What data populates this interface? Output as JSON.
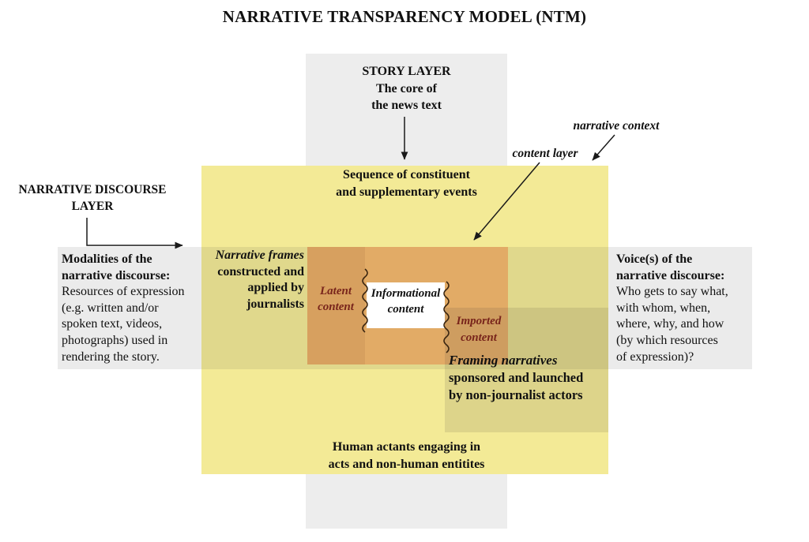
{
  "title": "NARRATIVE TRANSPARENCY MODEL (NTM)",
  "story_layer": {
    "heading": "STORY LAYER",
    "sub1": "The core of",
    "sub2": "the news text"
  },
  "sequence": {
    "line1": "Sequence of constituent",
    "line2": "and supplementary events"
  },
  "pointer_labels": {
    "narrative_context": "narrative context",
    "content_layer": "content layer"
  },
  "discourse_layer": {
    "line1": "NARRATIVE DISCOURSE",
    "line2": "LAYER"
  },
  "modalities": {
    "bold1": "Modalities of the",
    "bold2": "narrative discourse:",
    "lines": [
      "Resources of expression",
      "(e.g. written and/or",
      "spoken text, videos,",
      "photographs) used in",
      "rendering the story."
    ]
  },
  "voices": {
    "bold1": "Voice(s) of the",
    "bold2": "narrative discourse:",
    "lines": [
      "Who gets to say what,",
      "with whom, when,",
      "where, why, and how",
      "(by which resources",
      "of expression)?"
    ]
  },
  "narrative_frames": {
    "line1": "Narrative frames",
    "line2": "constructed and",
    "line3": "applied by",
    "line4": "journalists"
  },
  "latent_content": {
    "line1": "Latent",
    "line2": "content"
  },
  "informational_content": {
    "line1": "Informational",
    "line2": "content"
  },
  "imported_content": {
    "line1": "Imported",
    "line2": "content"
  },
  "framing_narratives": {
    "line1": "Framing narratives",
    "line2": "sponsored and launched",
    "line3": "by non-journalist actors"
  },
  "human_actants": {
    "line1": "Human actants engaging in",
    "line2": "acts and non-human entitites"
  },
  "colors": {
    "story_band": "#EDEDED",
    "yellow": "#F3EA96",
    "hband_overlay": "rgba(60,60,60,0.10)",
    "orange": "#E2AB66",
    "latent_strip": "#D7A05F",
    "framing_overlay": "rgba(75,70,60,0.13)",
    "white_box": "#FFFFFF",
    "maroon_text": "#78241B",
    "line_color": "#1A1A1A"
  }
}
